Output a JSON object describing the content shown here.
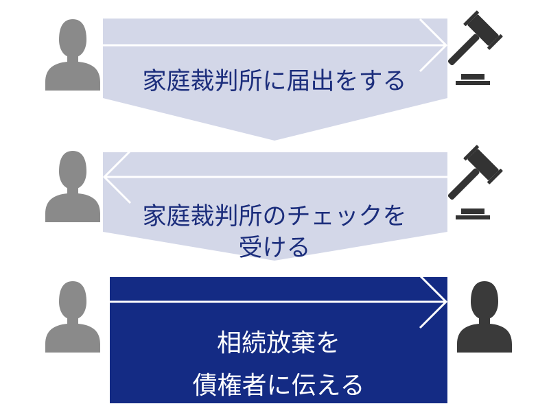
{
  "colors": {
    "band_light": "#d3d7e8",
    "band_dark": "#142b84",
    "arrow_line": "#ffffff",
    "person_grey": "#8a8a8a",
    "person_dark": "#3a3a3a",
    "gavel": "#333333",
    "text_on_light": "#1c2e7c",
    "text_on_dark": "#ffffff"
  },
  "steps": [
    {
      "label_lines": [
        "家庭裁判所に届出をする"
      ],
      "direction": "right",
      "left_icon": "person-icon",
      "right_icon": "gavel-icon"
    },
    {
      "label_lines": [
        "家庭裁判所のチェックを",
        "受ける"
      ],
      "direction": "left",
      "left_icon": "person-icon",
      "right_icon": "gavel-icon"
    },
    {
      "label_lines": [
        "相続放棄を",
        "債権者に伝える"
      ],
      "direction": "right",
      "left_icon": "person-icon",
      "right_icon": "person-icon"
    }
  ]
}
